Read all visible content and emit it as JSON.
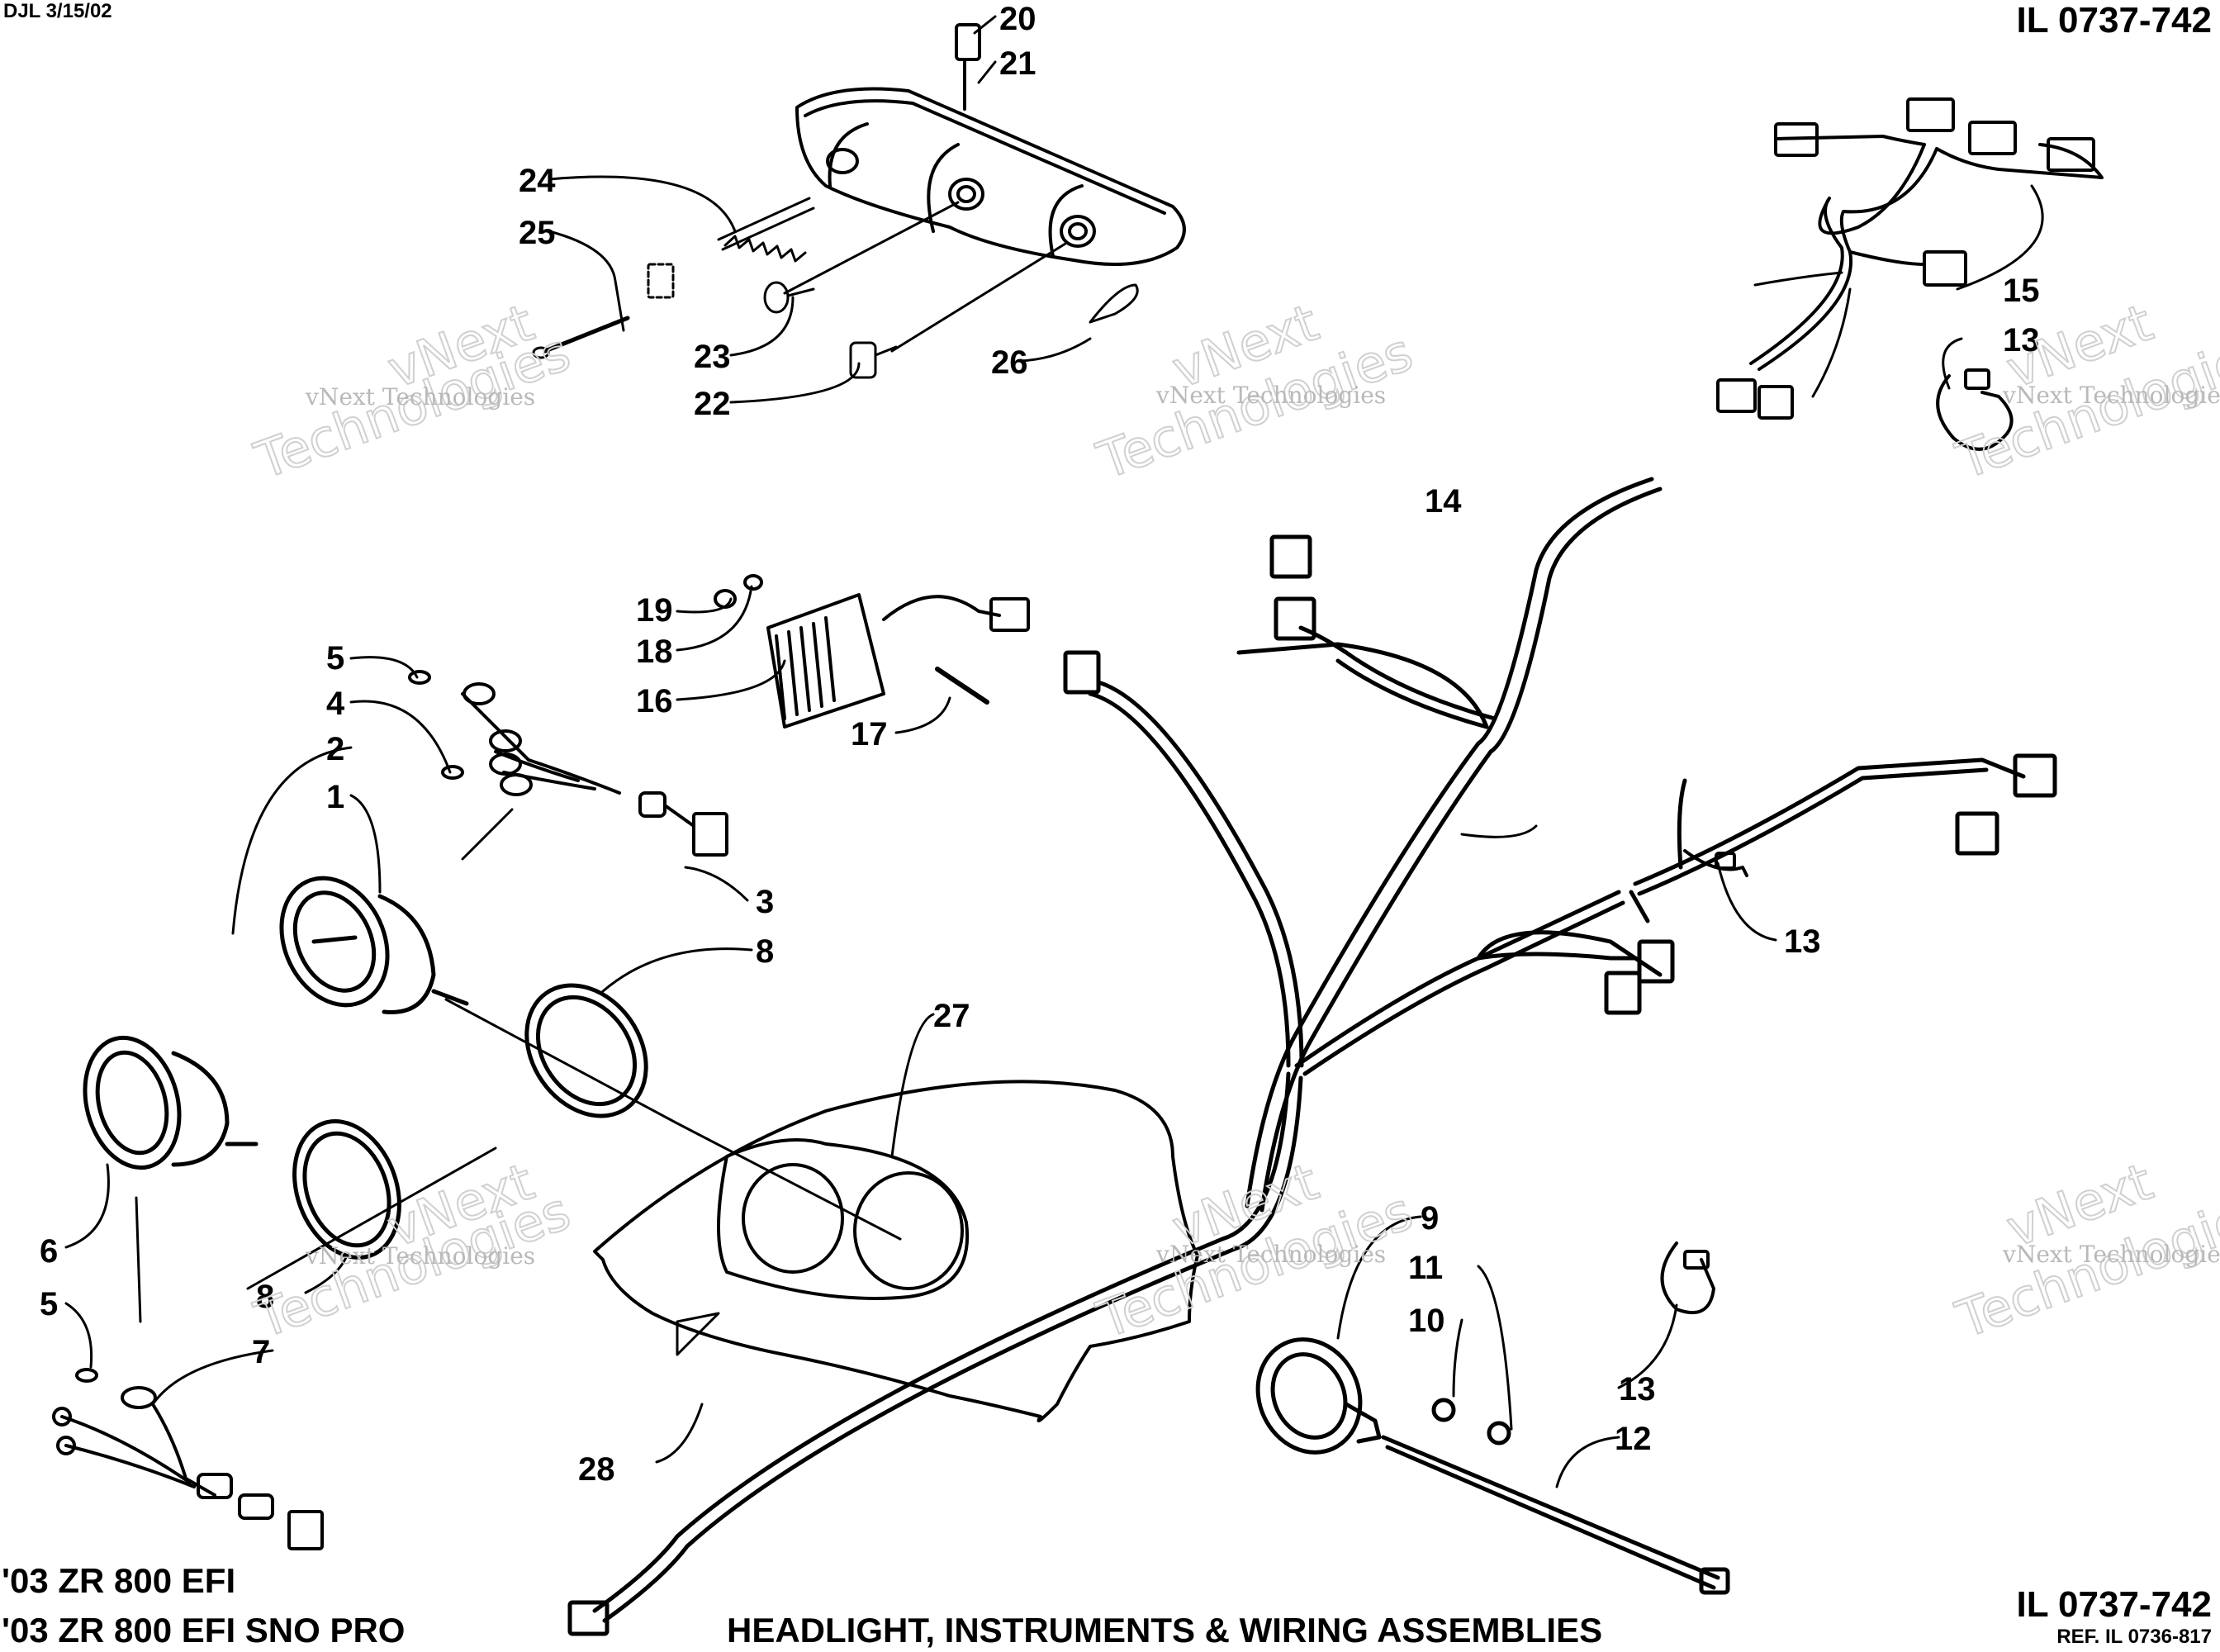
{
  "header": {
    "date_code": "DJL 3/15/02",
    "illustration_id": "IL 0737-742"
  },
  "footer": {
    "model_1": "'03 ZR 800 EFI",
    "model_2": "'03 ZR 800 EFI SNO PRO",
    "title": "HEADLIGHT, INSTRUMENTS & WIRING ASSEMBLIES",
    "illustration_id": "IL 0737-742",
    "reference": "REF. IL 0736-817"
  },
  "watermark": {
    "line_small": "vNext Technologies",
    "word_1": "vNext",
    "word_2": "Technologies"
  },
  "callouts": [
    "1",
    "2",
    "3",
    "4",
    "5",
    "5",
    "6",
    "7",
    "8",
    "8",
    "9",
    "10",
    "11",
    "12",
    "13",
    "13",
    "13",
    "14",
    "15",
    "16",
    "17",
    "18",
    "19",
    "20",
    "21",
    "22",
    "23",
    "24",
    "25",
    "26",
    "27",
    "28"
  ]
}
